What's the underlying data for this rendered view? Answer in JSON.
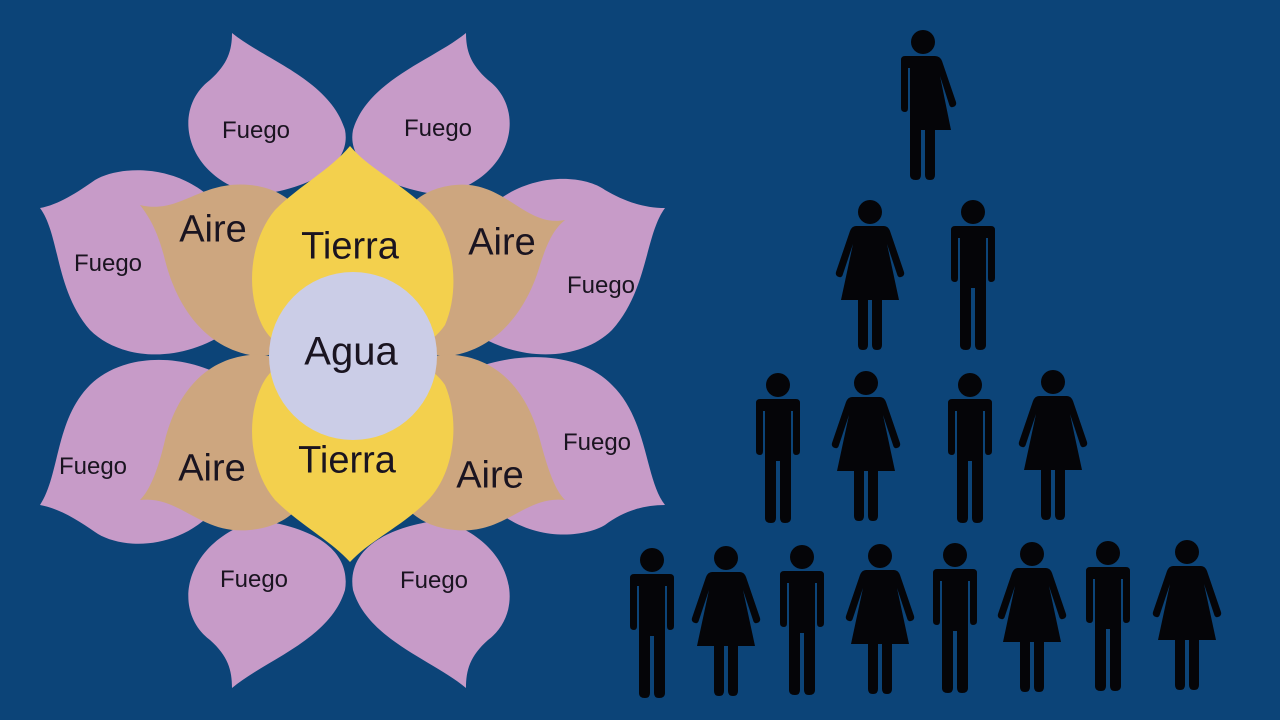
{
  "colors": {
    "background": "#0c4478",
    "fuego_petal": "#c79bc8",
    "aire_petal": "#cda67f",
    "tierra_petal": "#f3d04d",
    "agua_center": "#cbcde7",
    "figure": "#050508",
    "text": "#1a1420"
  },
  "flower": {
    "center": {
      "label": "Agua"
    },
    "tierra": [
      {
        "label": "Tierra"
      },
      {
        "label": "Tierra"
      }
    ],
    "aire": [
      {
        "label": "Aire"
      },
      {
        "label": "Aire"
      },
      {
        "label": "Aire"
      },
      {
        "label": "Aire"
      }
    ],
    "fuego": [
      {
        "label": "Fuego"
      },
      {
        "label": "Fuego"
      },
      {
        "label": "Fuego"
      },
      {
        "label": "Fuego"
      },
      {
        "label": "Fuego"
      },
      {
        "label": "Fuego"
      },
      {
        "label": "Fuego"
      },
      {
        "label": "Fuego"
      }
    ]
  },
  "pyramid": {
    "rows": [
      [
        "nonbinary"
      ],
      [
        "woman",
        "man"
      ],
      [
        "man",
        "woman",
        "man",
        "woman"
      ],
      [
        "man",
        "woman",
        "man",
        "woman",
        "man",
        "woman",
        "man",
        "woman"
      ]
    ]
  }
}
